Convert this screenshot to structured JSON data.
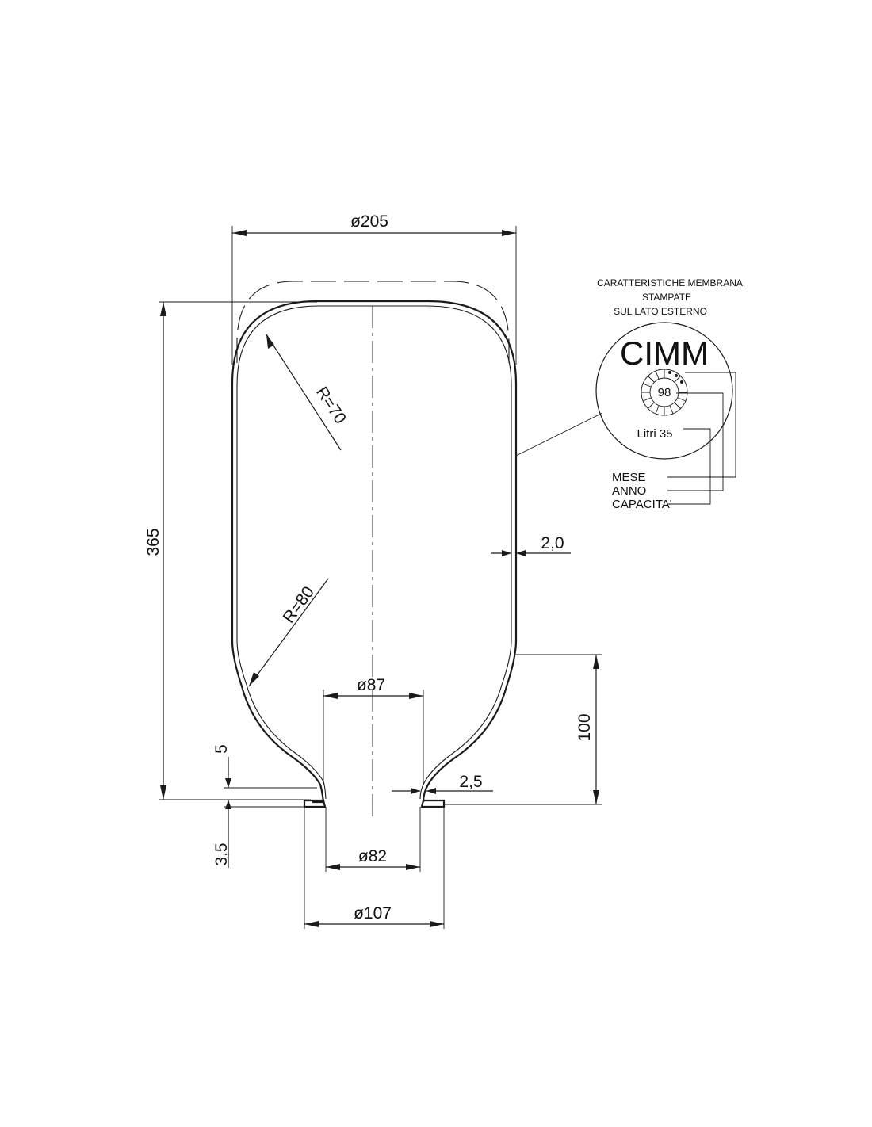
{
  "dimensions": {
    "overall_diameter": "ø205",
    "height": "365",
    "radius_top": "R=70",
    "radius_bottom": "R=80",
    "wall_thickness": "2,0",
    "neck_height": "100",
    "neck_diameter": "ø87",
    "flange_thickness": "2,5",
    "bore_diameter": "ø82",
    "flange_diameter": "ø107",
    "offset_5": "5",
    "offset_3_5": "3,5"
  },
  "marking_note": {
    "line1": "CARATTERISTICHE MEMBRANA",
    "line2": "STAMPATE",
    "line3": "SUL LATO ESTERNO"
  },
  "stamp": {
    "brand": "CIMM",
    "year_code": "98",
    "capacity_text": "Litri 35"
  },
  "legend": {
    "month": "MESE",
    "year": "ANNO",
    "capacity": "CAPACITA'"
  }
}
